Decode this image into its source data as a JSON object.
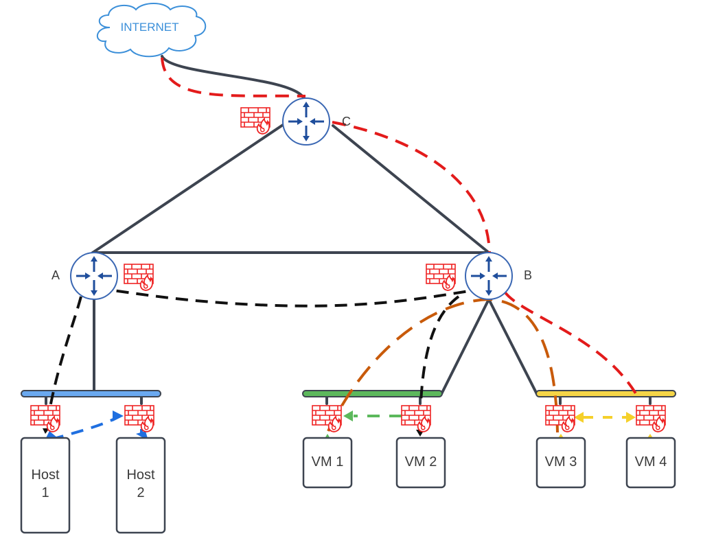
{
  "diagram": {
    "cloud": {
      "label": "INTERNET",
      "color": "#3b8fd9"
    },
    "routers": [
      {
        "id": "C",
        "label": "C"
      },
      {
        "id": "A",
        "label": "A"
      },
      {
        "id": "B",
        "label": "B"
      }
    ],
    "switches": [
      {
        "id": "sw-hosts",
        "color": "#6aa9f0"
      },
      {
        "id": "sw-vm12",
        "color": "#5cb85c"
      },
      {
        "id": "sw-vm34",
        "color": "#f5d547"
      }
    ],
    "nodes": [
      {
        "id": "host1",
        "line1": "Host",
        "line2": "1"
      },
      {
        "id": "host2",
        "line1": "Host",
        "line2": "2"
      },
      {
        "id": "vm1",
        "line1": "VM 1",
        "line2": ""
      },
      {
        "id": "vm2",
        "line1": "VM 2",
        "line2": ""
      },
      {
        "id": "vm3",
        "line1": "VM 3",
        "line2": ""
      },
      {
        "id": "vm4",
        "line1": "VM 4",
        "line2": ""
      }
    ],
    "colors": {
      "link": "#3d4450",
      "router_stroke": "#3a67b3",
      "router_arrow": "#1f4e9c",
      "firewall": "#ee2222",
      "path_internet": "#e31b1b",
      "path_routed": "#111111",
      "path_vm_routed": "#c85a0a",
      "path_hosts": "#1f6fe0",
      "path_vm12": "#5cb85c",
      "path_vm34": "#f5d02a"
    }
  }
}
